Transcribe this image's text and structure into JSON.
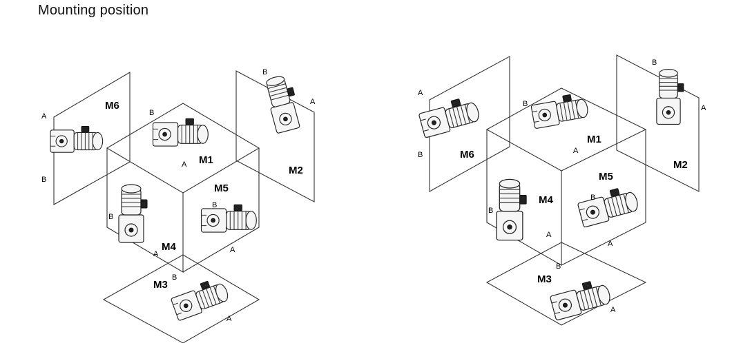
{
  "title": "Mounting position",
  "left_diagram": {
    "positions": [
      "M1",
      "M2",
      "M3",
      "M4",
      "M5",
      "M6"
    ],
    "side_a": "A",
    "side_b": "B"
  },
  "right_diagram": {
    "positions": [
      "M1",
      "M2",
      "M3",
      "M4",
      "M5",
      "M6"
    ],
    "side_a": "A",
    "side_b": "B"
  }
}
